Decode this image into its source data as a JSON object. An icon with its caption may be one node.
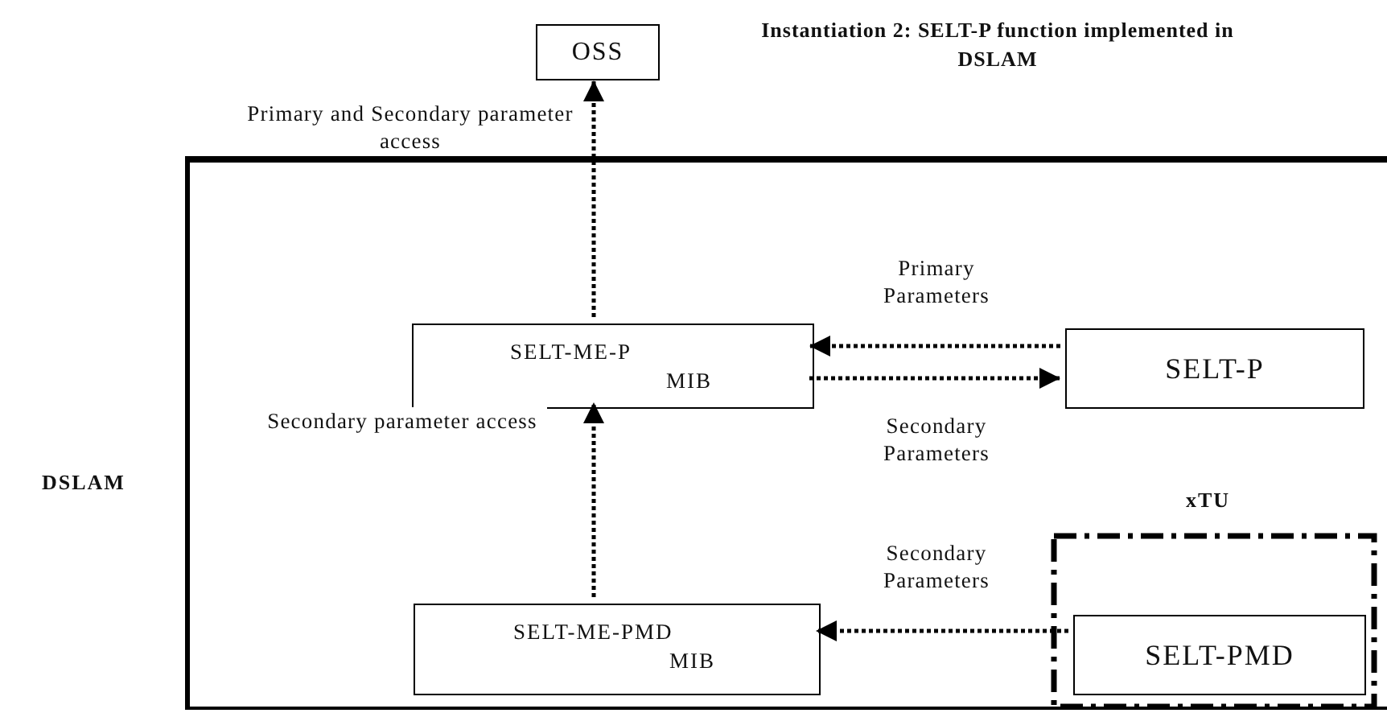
{
  "diagram": {
    "title": "Instantiation 2: SELT-P function implemented in DSLAM",
    "nodes": [
      {
        "text": [
          "OSS"
        ]
      },
      {
        "text": [
          "DSLAM"
        ]
      },
      {
        "text": [
          "SELT-ME-P",
          "MIB"
        ],
        "in": 1
      },
      {
        "text": [
          "SELT-P"
        ],
        "in": 1
      },
      {
        "text": [
          "xTU"
        ],
        "in": 1
      },
      {
        "text": [
          "SELT-ME-PMD",
          "MIB"
        ],
        "in": 1
      },
      {
        "text": [
          "SELT-PMD"
        ],
        "in": 4
      }
    ],
    "edges": [
      {
        "from": 2,
        "to": 0,
        "arrow": "to",
        "style": "dashed",
        "label": "Primary and Secondary parameter access"
      },
      {
        "from": 3,
        "to": 2,
        "arrow": "to",
        "style": "dashed",
        "label": "Primary Parameters"
      },
      {
        "from": 2,
        "to": 3,
        "arrow": "to",
        "style": "dashed",
        "label": "Secondary Parameters"
      },
      {
        "from": 5,
        "to": 2,
        "arrow": "to",
        "style": "dashed",
        "label": "Secondary parameter access"
      },
      {
        "from": 6,
        "to": 5,
        "arrow": "to",
        "style": "dashed",
        "label": "Secondary Parameters"
      }
    ]
  }
}
